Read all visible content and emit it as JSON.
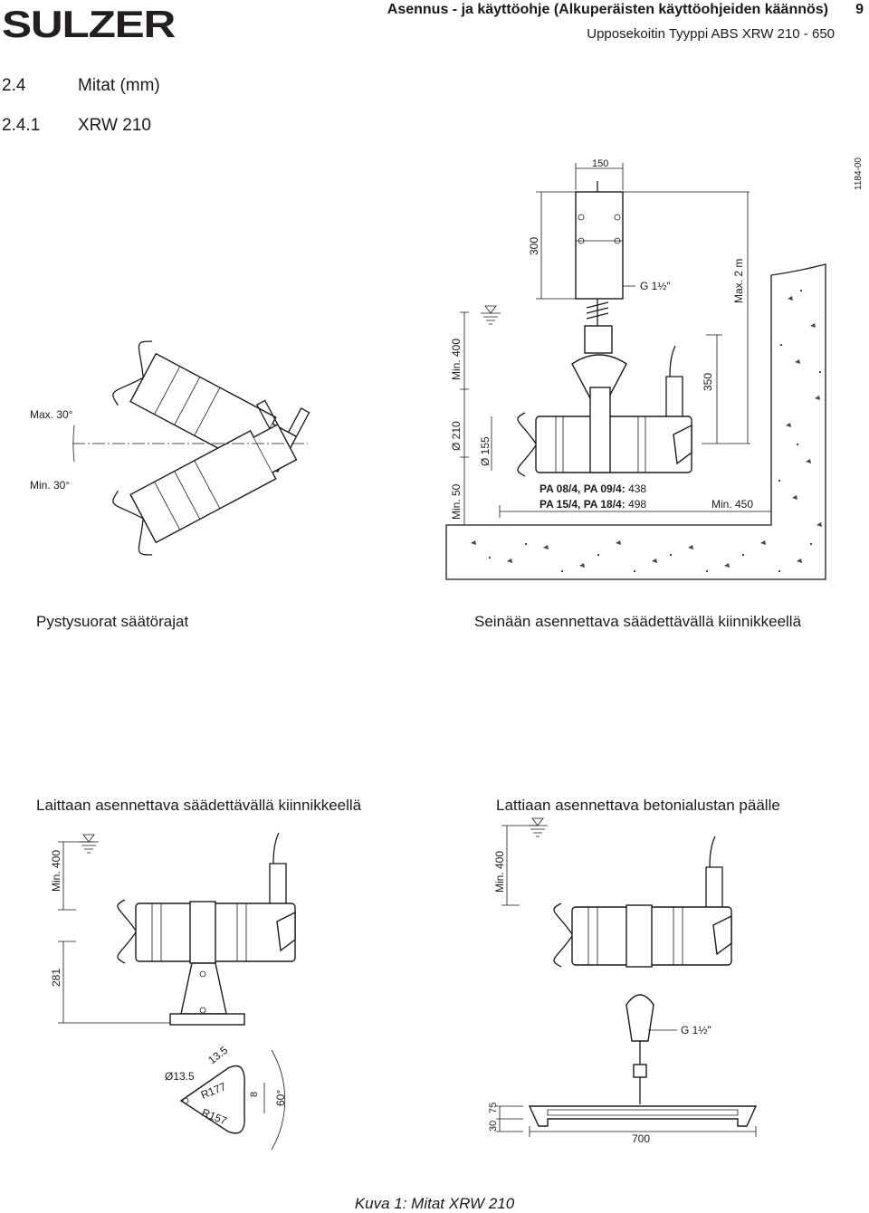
{
  "header": {
    "logo": "SULZER",
    "title": "Asennus - ja käyttöohje (Alkuperäisten käyttöohjeiden käännös)",
    "page": "9",
    "subtitle": "Upposekoitin Tyyppi ABS XRW 210 - 650"
  },
  "section": {
    "number": "2.4",
    "title": "Mitat (mm)"
  },
  "subsection": {
    "number": "2.4.1",
    "title": "XRW 210"
  },
  "top_drawing": {
    "drawing_id": "1184-00",
    "dims": {
      "d150": "150",
      "d300": "300",
      "thread": "G 1½\"",
      "max2m": "Max. 2 m",
      "min400": "Min. 400",
      "d350": "350",
      "dia210": "Ø 210",
      "dia155": "Ø 155",
      "min50": "Min. 50",
      "min450": "Min. 450",
      "max30": "Max. 30°",
      "min30": "Min. 30°"
    },
    "pa_lines": [
      {
        "label": "PA 08/4, PA 09/4:",
        "value": "438"
      },
      {
        "label": "PA 15/4, PA 18/4:",
        "value": "498"
      }
    ]
  },
  "captions": {
    "vertical": "Pystysuorat säätörajat",
    "wall": "Seinään asennettava säädettävällä kiinnikkeellä",
    "floor_bracket": "Laittaan asennettava säädettävällä kiinnikkeellä",
    "floor_concrete": "Lattiaan asennettava betonialustan päälle"
  },
  "bottom_left": {
    "min400": "Min. 400",
    "d281": "281",
    "dia13_5": "Ø13.5",
    "d13_5": "13.5",
    "r177": "R177",
    "r157": "R157",
    "d8": "8",
    "a60": "60°"
  },
  "bottom_right": {
    "min400": "Min. 400",
    "thread": "G 1½\"",
    "d30": "30",
    "d75": "75",
    "d700": "700"
  },
  "figure_caption": "Kuva 1: Mitat XRW 210"
}
